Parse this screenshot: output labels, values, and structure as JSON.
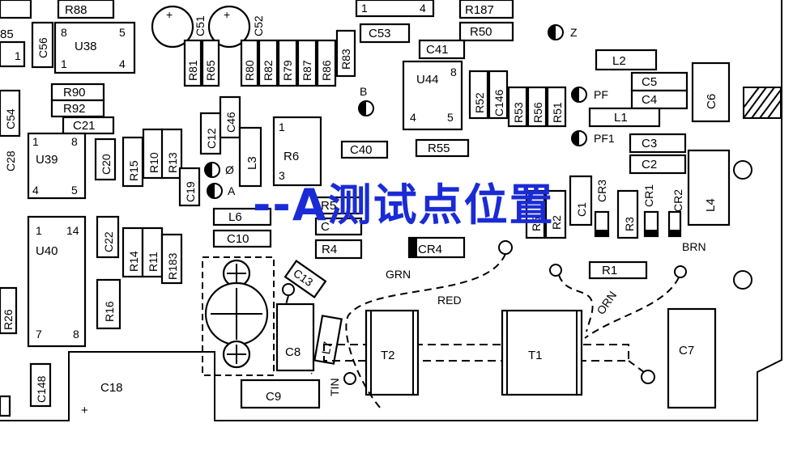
{
  "annotation": {
    "text": "--A测试点位置",
    "color": "#1a2bd6"
  },
  "labels": {
    "r88": "R88",
    "r187": "R187",
    "c53": "C53",
    "r50": "R50",
    "c41": "C41",
    "c56": "C56",
    "u38": "U38",
    "c51": "C51",
    "c52": "C52",
    "r81": "R81",
    "r65": "R65",
    "r80": "R80",
    "r82": "R82",
    "r79": "R79",
    "r87": "R87",
    "r86": "R86",
    "r83": "R83",
    "l2": "L2",
    "c5": "C5",
    "c4": "C4",
    "c6": "C6",
    "l1": "L1",
    "c3": "C3",
    "c2": "C2",
    "l4": "L4",
    "u44": "U44",
    "r52": "R52",
    "c146": "C146",
    "r53": "R53",
    "r56": "R56",
    "r51": "R51",
    "pf": "PF",
    "pf1": "PF1",
    "z": "Z",
    "b": "B",
    "r90": "R90",
    "r92": "R92",
    "c21": "C21",
    "c54": "C54",
    "c28": "C28",
    "u39": "U39",
    "c20": "C20",
    "r15": "R15",
    "r10": "R10",
    "r13": "R13",
    "c12": "C12",
    "c46": "C46",
    "c19": "C19",
    "l3": "L3",
    "r6": "R6",
    "c40": "C40",
    "r55": "R55",
    "cr4": "CR4",
    "r4": "R4",
    "l6": "L6",
    "c10": "C10",
    "c1": "C1",
    "cr3": "CR3",
    "r3": "R3",
    "cr1": "CR1",
    "cr2": "CR2",
    "r2": "R2",
    "u40": "U40",
    "c22": "C22",
    "r14": "R14",
    "r11": "R11",
    "r183": "R183",
    "r16": "R16",
    "r26": "R26",
    "c13": "C13",
    "c8": "C8",
    "l7": "L7",
    "c9": "C9",
    "t2": "T2",
    "t1": "T1",
    "c7": "C7",
    "r1": "R1",
    "c148": "C148",
    "c18": "C18",
    "grn": "GRN",
    "red": "RED",
    "orn": "ORN",
    "brn": "BRN",
    "tin": "TIN",
    "phi": "Ø",
    "a": "A",
    "p85": "85",
    "p3": "3"
  }
}
